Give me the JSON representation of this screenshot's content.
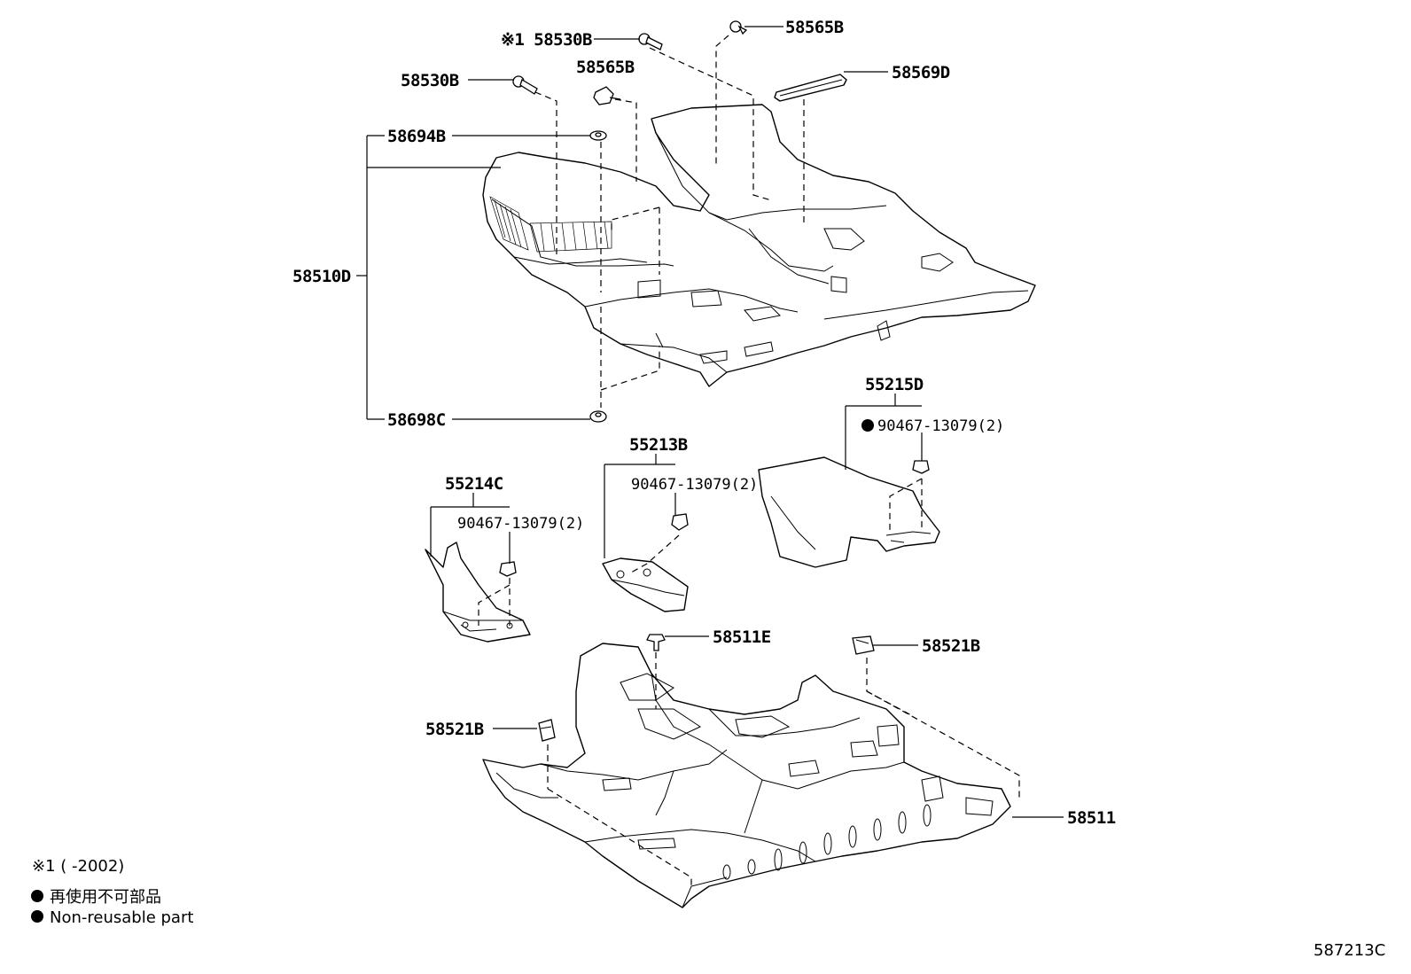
{
  "labels": {
    "p58565B_top": "58565B",
    "p58530B_note": "※1 58530B",
    "p58569D": "58569D",
    "p58565B": "58565B",
    "p58530B": "58530B",
    "p58694B": "58694B",
    "p58510D": "58510D",
    "p58698C": "58698C",
    "p55215D": "55215D",
    "p55215D_clip": "90467-13079(2)",
    "p55213B": "55213B",
    "p55213B_clip": "90467-13079(2)",
    "p55214C": "55214C",
    "p55214C_clip": "90467-13079(2)",
    "p58511E": "58511E",
    "p58521B_right": "58521B",
    "p58521B_left": "58521B",
    "p58511": "58511"
  },
  "notes": {
    "footnote1": "※1 (      -2002)",
    "nonreusable_jp": "再使用不可部品",
    "nonreusable_en": "Non-reusable part"
  },
  "diagram_id": "587213C"
}
